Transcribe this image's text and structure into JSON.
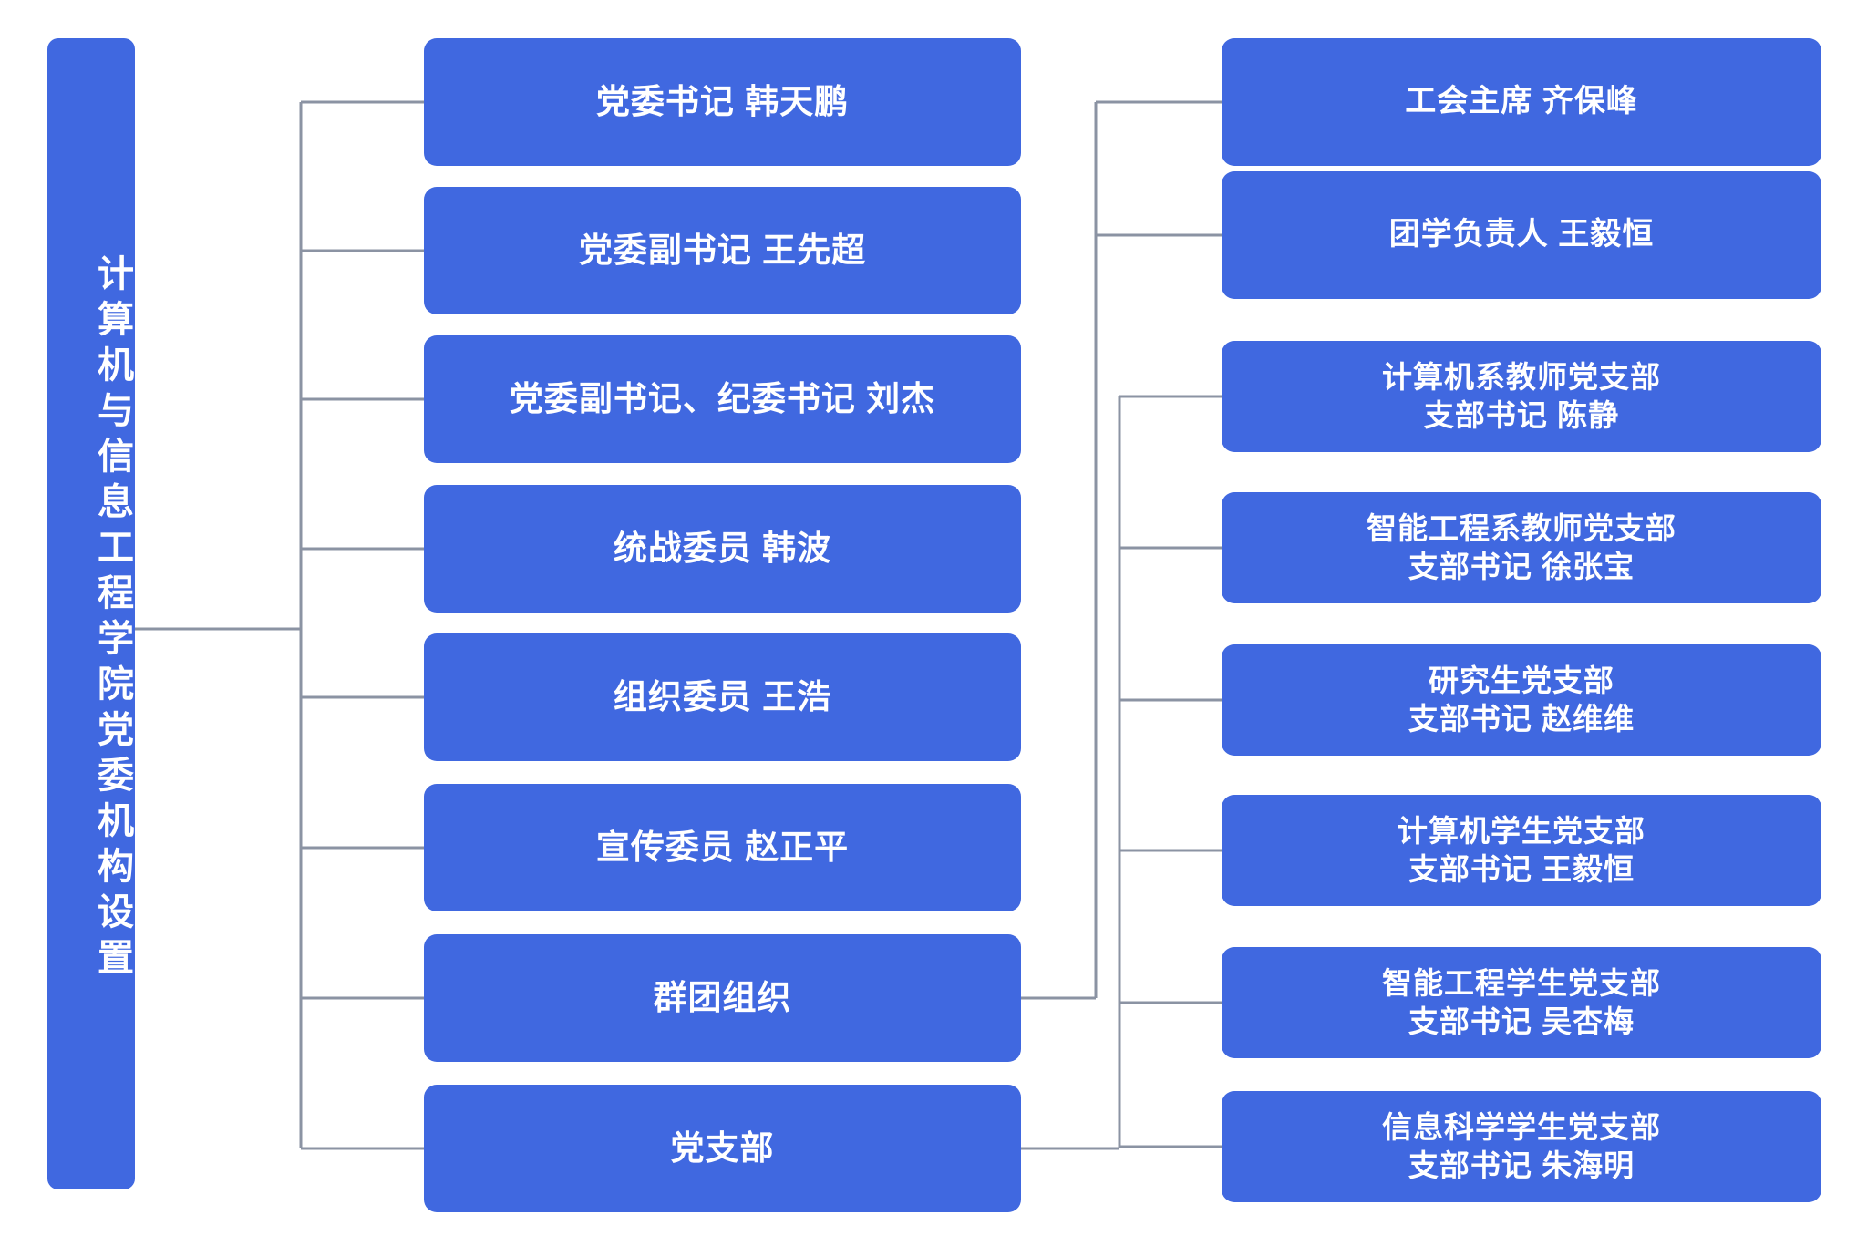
{
  "chart_title": "计算机与信息工程学院党委机构设置",
  "colors": {
    "node_fill": "#4068e0",
    "node_text": "#ffffff",
    "connector": "#8b93a3",
    "background": "#ffffff"
  },
  "root": {
    "label": "计算机与信息工程学院党委机构设置"
  },
  "level2": [
    {
      "label": "党委书记 韩天鹏"
    },
    {
      "label": "党委副书记 王先超"
    },
    {
      "label": "党委副书记、纪委书记 刘杰"
    },
    {
      "label": "统战委员 韩波"
    },
    {
      "label": "组织委员 王浩"
    },
    {
      "label": "宣传委员 赵正平"
    },
    {
      "label": "群团组织"
    },
    {
      "label": "党支部"
    }
  ],
  "group_children": [
    {
      "label": "工会主席  齐保峰"
    },
    {
      "label": "团学负责人  王毅恒"
    }
  ],
  "branch_children": [
    {
      "line1": "计算机系教师党支部",
      "line2": "支部书记  陈静"
    },
    {
      "line1": "智能工程系教师党支部",
      "line2": "支部书记  徐张宝"
    },
    {
      "line1": "研究生党支部",
      "line2": "支部书记  赵维维"
    },
    {
      "line1": "计算机学生党支部",
      "line2": "支部书记  王毅恒"
    },
    {
      "line1": "智能工程学生党支部",
      "line2": "支部书记  吴杏梅"
    },
    {
      "line1": "信息科学学生党支部",
      "line2": "支部书记  朱海明"
    }
  ]
}
